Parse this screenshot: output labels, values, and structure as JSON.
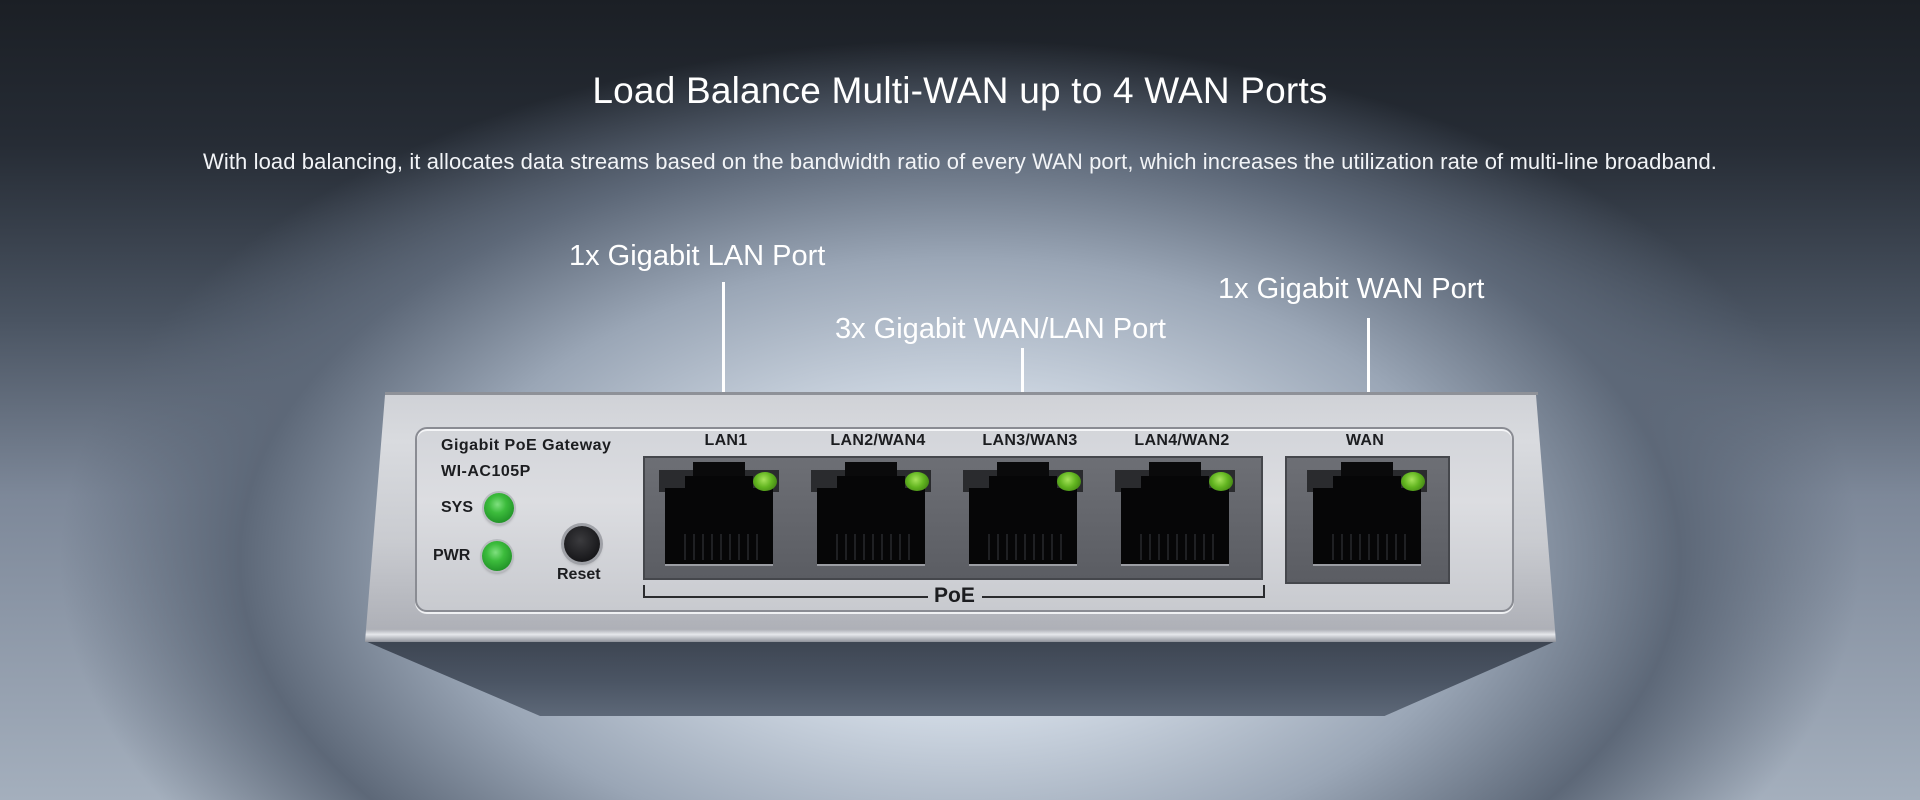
{
  "header": {
    "title": "Load Balance Multi-WAN up to 4 WAN Ports",
    "subtitle": "With load balancing, it allocates data streams based on the bandwidth ratio of every WAN port, which increases the utilization rate of multi-line broadband."
  },
  "callouts": {
    "lan": "1x Gigabit LAN Port",
    "wan_lan": "3x Gigabit WAN/LAN Port",
    "wan": "1x Gigabit WAN Port"
  },
  "device": {
    "product_name": "Gigabit PoE Gateway",
    "model": "WI-AC105P",
    "leds": [
      {
        "label": "SYS",
        "status": "on",
        "color": "#3cbc3c"
      },
      {
        "label": "PWR",
        "status": "on",
        "color": "#3cbc3c"
      }
    ],
    "reset_label": "Reset",
    "ports": [
      {
        "label": "LAN1",
        "link_led": "on"
      },
      {
        "label": "LAN2/WAN4",
        "link_led": "on"
      },
      {
        "label": "LAN3/WAN3",
        "link_led": "on"
      },
      {
        "label": "LAN4/WAN2",
        "link_led": "on"
      },
      {
        "label": "WAN",
        "link_led": "on"
      }
    ],
    "poe_label": "PoE"
  },
  "colors": {
    "text_primary": "#ffffff",
    "led_green": "#3cbc3c",
    "port_led_green": "#62b520"
  }
}
